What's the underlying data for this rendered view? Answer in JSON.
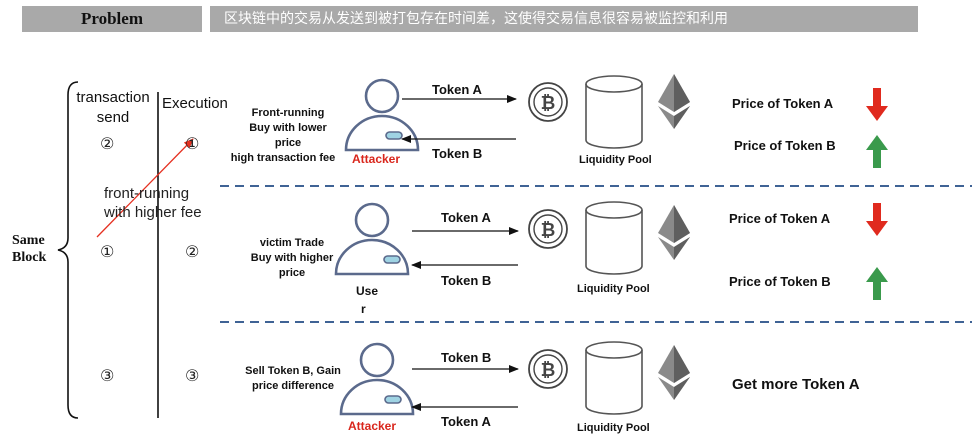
{
  "header": {
    "problem": "Problem",
    "description": "区块链中的交易从发送到被打包存在时间差，这使得交易信息很容易被监控和利用"
  },
  "left": {
    "same_block_line1": "Same",
    "same_block_line2": "Block",
    "col_send_line1": "transaction",
    "col_send_line2": "send",
    "col_exec": "Execution",
    "front_running_line1": "front-running",
    "front_running_line2": "with higher fee",
    "rows": [
      {
        "send": "②",
        "exec": "①"
      },
      {
        "send": "①",
        "exec": "②"
      },
      {
        "send": "③",
        "exec": "③"
      }
    ]
  },
  "rows": [
    {
      "desc": [
        "Front-running",
        "Buy with lower",
        "price",
        "high transaction fee"
      ],
      "actor": "Attacker",
      "top_arrow": "Token A",
      "bottom_arrow": "Token B",
      "pool": "Liquidity Pool",
      "price1": "Price of Token A",
      "price2": "Price of Token B"
    },
    {
      "desc": [
        "victim Trade",
        "Buy with higher",
        "price"
      ],
      "actor_line1": "Use",
      "actor_line2": "r",
      "top_arrow": "Token A",
      "bottom_arrow": "Token B",
      "pool": "Liquidity Pool",
      "price1": "Price of Token A",
      "price2": "Price of Token B"
    },
    {
      "desc": [
        "Sell Token B, Gain",
        "price difference"
      ],
      "actor": "Attacker",
      "top_arrow": "Token B",
      "bottom_arrow": "Token A",
      "pool": "Liquidity Pool",
      "result": "Get more Token A"
    }
  ],
  "colors": {
    "banner": "#a9a9a9",
    "user_icon": "#5b6a8c",
    "divider": "#3f6395",
    "down_arrow": "#e02a1e",
    "up_arrow": "#3a9a4c",
    "front_run_arrow": "#e53020",
    "ring_fill": "#9fd3e3"
  }
}
